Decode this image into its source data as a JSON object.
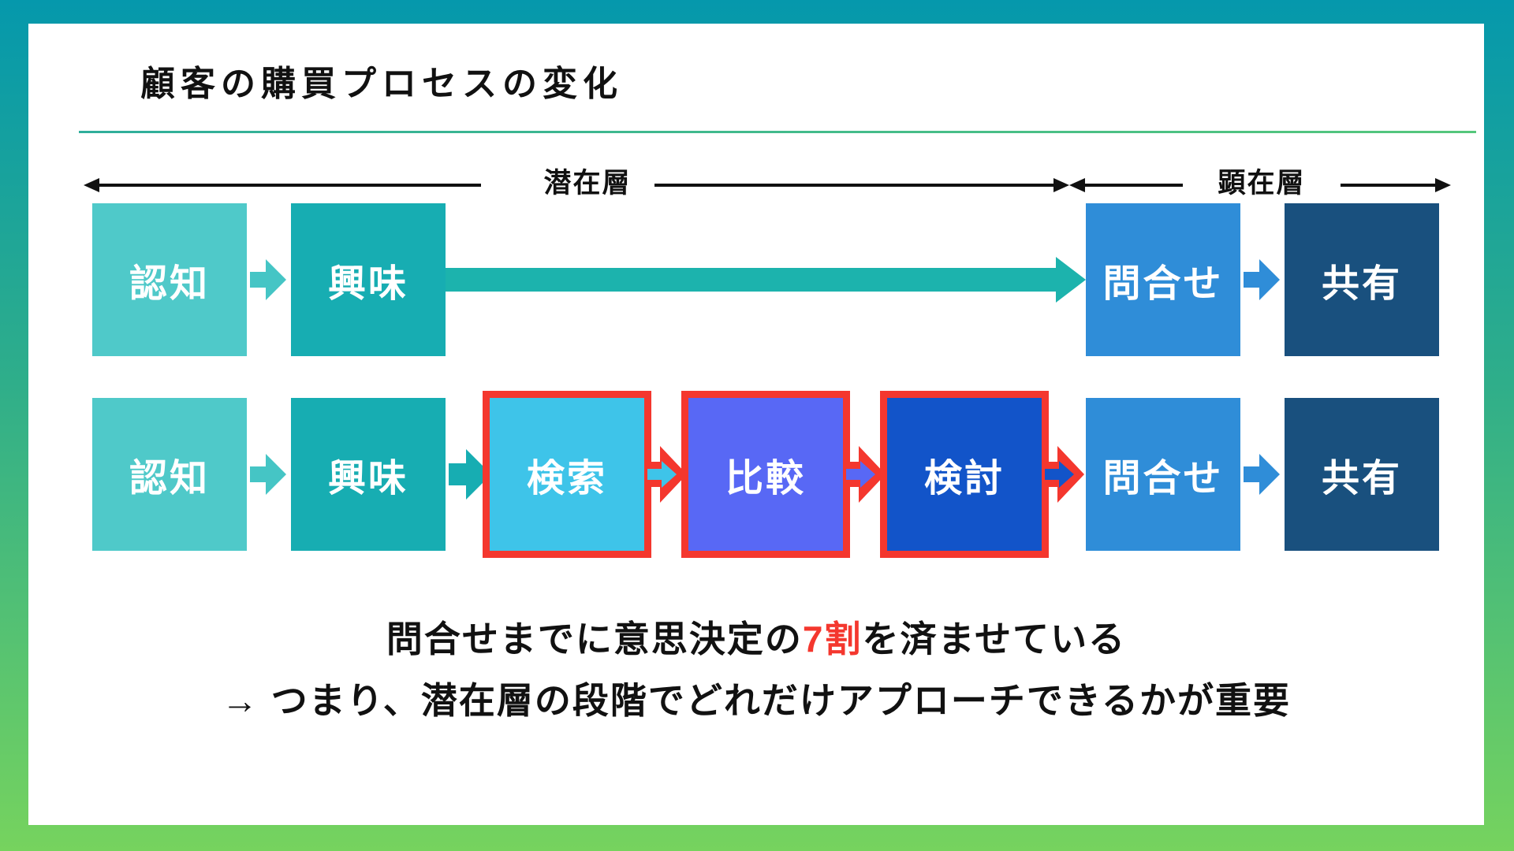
{
  "title": "顧客の購買プロセスの変化",
  "legend": {
    "latent": "潜在層",
    "evident": "顕在層"
  },
  "row1": [
    "認知",
    "興味",
    "問合せ",
    "共有"
  ],
  "row2": [
    "認知",
    "興味",
    "検索",
    "比較",
    "検討",
    "問合せ",
    "共有"
  ],
  "conclusion": {
    "line1_pre": "問合せまでに意思決定の",
    "line1_highlight": "7割",
    "line1_post": "を済ませている",
    "line2": "→ つまり、潜在層の段階でどれだけアプローチできるかが重要"
  },
  "colors": {
    "frame_gradient_top": "#0598ac",
    "frame_gradient_bottom": "#76d35e",
    "card": "#ffffff",
    "title_underline": "#44bf8e",
    "awareness": "#4fc9c9",
    "interest": "#17adb2",
    "search": "#3ec4e9",
    "compare": "#5868f5",
    "consider": "#1254c9",
    "inquiry": "#2f8dd8",
    "share": "#19507e",
    "long_arrow": "#1cb3ad",
    "highlight_red": "#f4372e",
    "text_black": "#111111"
  }
}
